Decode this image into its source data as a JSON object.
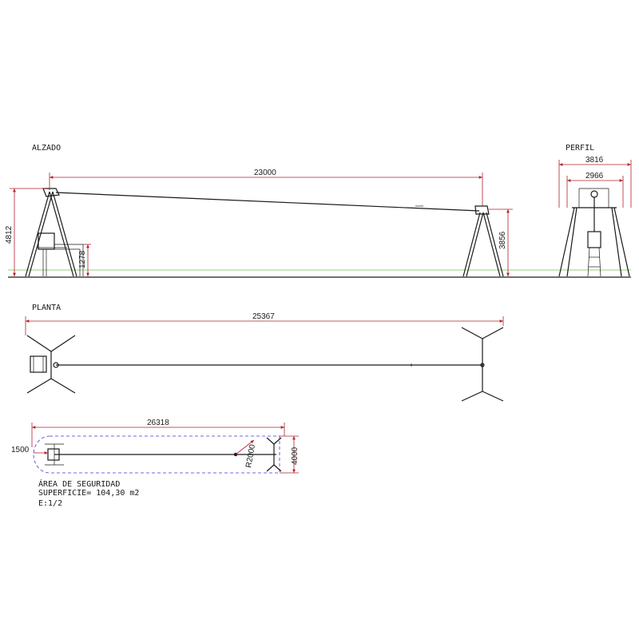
{
  "views": {
    "alzado": "ALZADO",
    "perfil": "PERFIL",
    "planta": "PLANTA"
  },
  "dimensions": {
    "alzado_length": "23000",
    "alzado_left_height": "4812",
    "alzado_platform_height": "1278",
    "alzado_right_height": "3856",
    "perfil_outer_width": "3816",
    "perfil_inner_width": "2966",
    "planta_length": "25367",
    "safety_length": "26318",
    "safety_end": "1500",
    "safety_width": "4000",
    "safety_radius": "R2000"
  },
  "notes": {
    "area_title": "ÁREA DE SEGURIDAD",
    "surface": "SUPERFICIE= 104,30 m2",
    "scale": "E:1/2"
  },
  "colors": {
    "dimension": "#b3202a",
    "ground": "#6fc34a",
    "safety_area": "#3b3bd6",
    "structure": "#1a1a1a"
  }
}
